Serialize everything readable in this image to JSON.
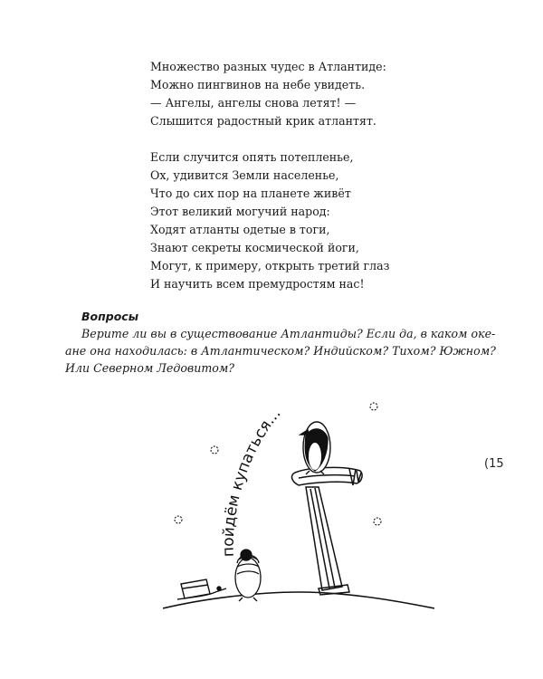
{
  "poem": {
    "stanzas": [
      {
        "lines": [
          "Множество разных чудес в Атлантиде:",
          "Можно пингвинов на небе увидеть.",
          "— Ангелы, ангелы снова летят! —",
          "Слышится радостный крик атлантят."
        ]
      },
      {
        "lines": [
          "Если случится опять потепленье,",
          "Ох, удивится Земли населенье,",
          "Что до сих пор на планете живёт",
          "Этот великий могучий народ:",
          "Ходят атланты одетые в тоги,",
          "Знают секреты космической йоги,",
          "Могут, к примеру, открыть третий глаз",
          "И научить всем премудростям нас!"
        ]
      }
    ]
  },
  "questions": {
    "heading": "Вопросы",
    "lines": [
      "Верите ли вы в существование Атлантиды? Если да, в каком оке-",
      "ане она находилась: в Атлантическом? Индийском? Тихом? Южном?",
      "Или Северном Ледовитом?"
    ]
  },
  "illustration": {
    "caption": "пойдём купаться..."
  },
  "page": {
    "number": "15"
  }
}
